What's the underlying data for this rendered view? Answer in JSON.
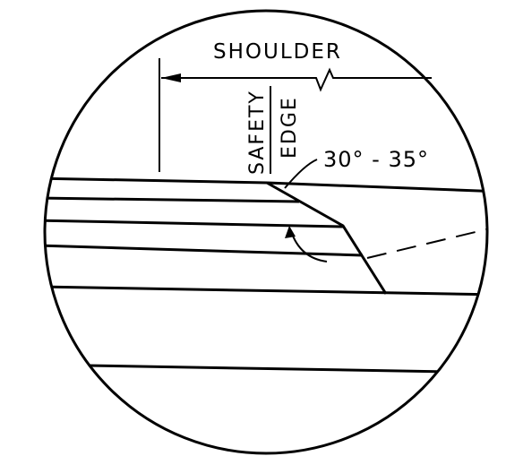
{
  "labels": {
    "shoulder": "SHOULDER",
    "safety": "SAFETY",
    "edge": "EDGE",
    "angle_range": "30° - 35°"
  },
  "colors": {
    "line": "#000000",
    "background": "#ffffff"
  }
}
